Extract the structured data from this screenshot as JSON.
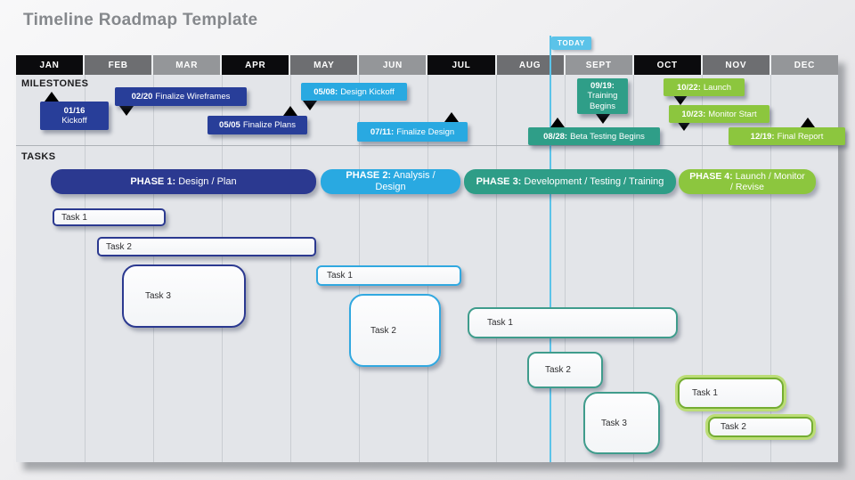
{
  "title": "Timeline Roadmap Template",
  "timeline": {
    "months": [
      "JAN",
      "FEB",
      "MAR",
      "APR",
      "MAY",
      "JUN",
      "JUL",
      "AUG",
      "SEPT",
      "OCT",
      "NOV",
      "DEC"
    ],
    "today_label": "TODAY"
  },
  "sections": {
    "milestones_label": "MILESTONES",
    "tasks_label": "TASKS"
  },
  "milestones": [
    {
      "date": "01/16",
      "label": "Kickoff"
    },
    {
      "date": "02/20",
      "label": "Finalize Wireframes"
    },
    {
      "date": "05/05",
      "label": "Finalize Plans"
    },
    {
      "date": "05/08:",
      "label": "Design Kickoff"
    },
    {
      "date": "07/11:",
      "label": "Finalize Design"
    },
    {
      "date": "09/19:",
      "label": "Training Begins"
    },
    {
      "date": "08/28:",
      "label": "Beta Testing Begins"
    },
    {
      "date": "10/22:",
      "label": "Launch"
    },
    {
      "date": "10/23:",
      "label": "Monitor Start"
    },
    {
      "date": "12/19:",
      "label": "Final Report"
    }
  ],
  "phases": [
    {
      "number": "PHASE 1:",
      "name": "Design / Plan"
    },
    {
      "number": "PHASE 2:",
      "name": "Analysis / Design"
    },
    {
      "number": "PHASE 3:",
      "name": "Development / Testing / Training"
    },
    {
      "number": "PHASE 4:",
      "name": "Launch / Monitor / Revise"
    }
  ],
  "tasks": [
    "Task 1",
    "Task 2",
    "Task 3",
    "Task 1",
    "Task 2",
    "Task 1",
    "Task 2",
    "Task 3",
    "Task 1",
    "Task 2"
  ],
  "colors": {
    "dark_blue": "#2b3990",
    "light_blue": "#29a9e1",
    "teal": "#2f9e88",
    "green": "#8cc63e",
    "today_blue": "#5bc3e9",
    "month_black": "#0b0b0d",
    "month_dark_gray": "#6d6e71",
    "month_mid_gray": "#949699"
  }
}
